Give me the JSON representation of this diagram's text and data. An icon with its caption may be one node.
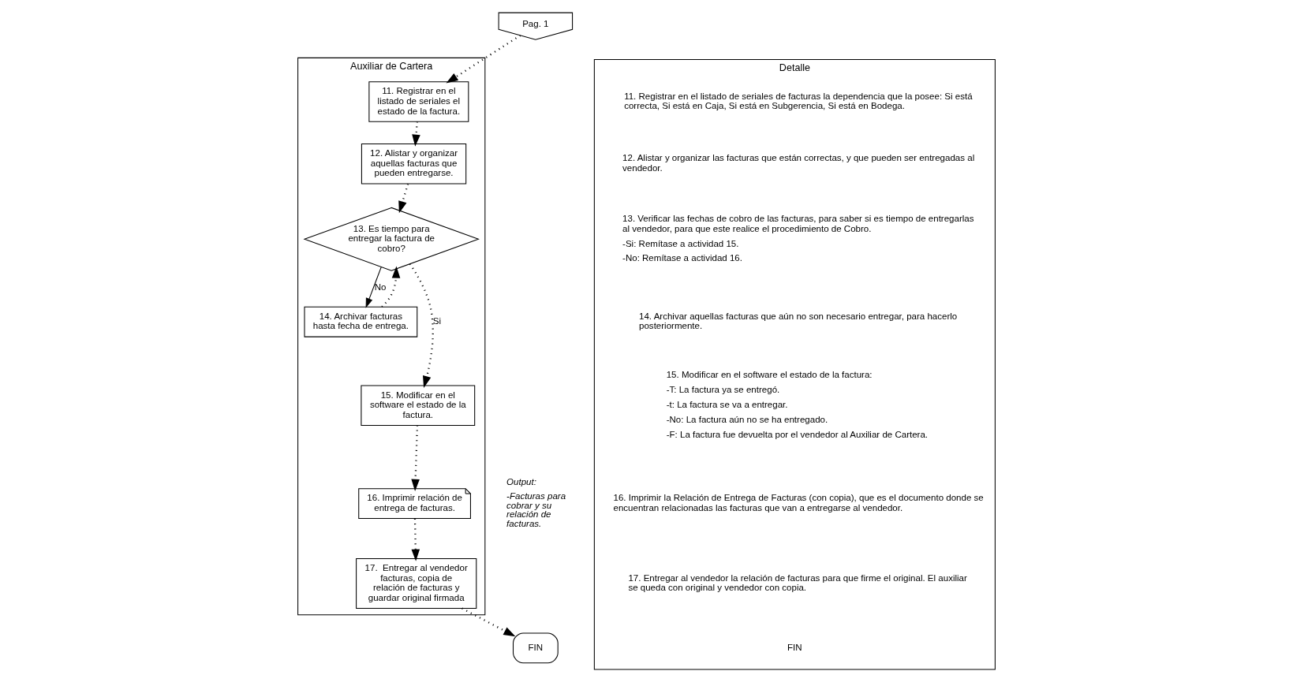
{
  "diagram": {
    "nodes": [
      {
        "text": [
          "Auxiliar de Cartera"
        ]
      },
      {
        "text": [
          "Pag. 1"
        ]
      },
      {
        "text": [
          "11. Registrar en el listado de seriales el estado de la factura."
        ],
        "in": 0
      },
      {
        "text": [
          "12. Alistar y organizar aquellas facturas que pueden entregarse."
        ],
        "in": 0
      },
      {
        "text": [
          "13. Es tiempo para entregar la factura de cobro?"
        ],
        "in": 0
      },
      {
        "text": [
          "14. Archivar facturas hasta fecha de entrega."
        ],
        "in": 0
      },
      {
        "text": [
          "15. Modificar en el software el estado de la factura."
        ],
        "in": 0
      },
      {
        "text": [
          "16. Imprimir relación de entrega de facturas."
        ],
        "in": 0
      },
      {
        "text": [
          "17.  Entregar al vendedor facturas, copia de relación de facturas y guardar original firmada"
        ],
        "in": 0
      },
      {
        "text": [
          "FIN"
        ]
      },
      {
        "text": [
          "Detalle"
        ]
      }
    ],
    "edges": [
      {
        "from": 1,
        "to": 2,
        "arrow": "to",
        "style": "dashed"
      },
      {
        "from": 2,
        "to": 3,
        "arrow": "to",
        "style": "dashed"
      },
      {
        "from": 3,
        "to": 4,
        "arrow": "to",
        "style": "dashed"
      },
      {
        "from": 4,
        "to": 5,
        "arrow": "to",
        "label": "No"
      },
      {
        "from": 5,
        "to": 4,
        "arrow": "to",
        "style": "dashed"
      },
      {
        "from": 4,
        "to": 6,
        "arrow": "to",
        "label": "Si",
        "style": "dashed"
      },
      {
        "from": 6,
        "to": 7,
        "arrow": "to",
        "style": "dashed"
      },
      {
        "from": 7,
        "to": 8,
        "arrow": "to",
        "style": "dashed"
      },
      {
        "from": 8,
        "to": 9,
        "arrow": "to",
        "style": "dashed"
      }
    ],
    "labels": [
      "Output:",
      "-Facturas para cobrar y su relación de facturas.",
      "11. Registrar en el listado de seriales de facturas la dependencia que la posee: Si está correcta, Si está en Caja, Si está en Subgerencia, Si está en Bodega.",
      "12. Alistar y organizar las facturas que están correctas, y que pueden ser entregadas al vendedor.",
      "13. Verificar las fechas de cobro de las facturas, para saber si es tiempo de entregarlas al vendedor, para que este realice el procedimiento de Cobro.",
      "-Si: Remítase a actividad 15.",
      "-No: Remítase a actividad 16.",
      "14. Archivar aquellas facturas que aún no son necesario entregar, para hacerlo posteriormente.",
      "15. Modificar en el software el estado de la factura:",
      "-T: La factura ya se entregó.",
      "-t: La factura se va a entregar.",
      "-No: La factura aún no se ha entregado.",
      "-F: La factura fue devuelta por el vendedor al Auxiliar de Cartera.",
      "16. Imprimir la Relación de Entrega de Facturas (con copia), que es el documento donde se encuentran relacionadas las facturas que van a entregarse al vendedor.",
      "17. Entregar al vendedor la relación de facturas para que firme el original. El auxiliar se queda con original y vendedor con copia.",
      "FIN"
    ]
  }
}
